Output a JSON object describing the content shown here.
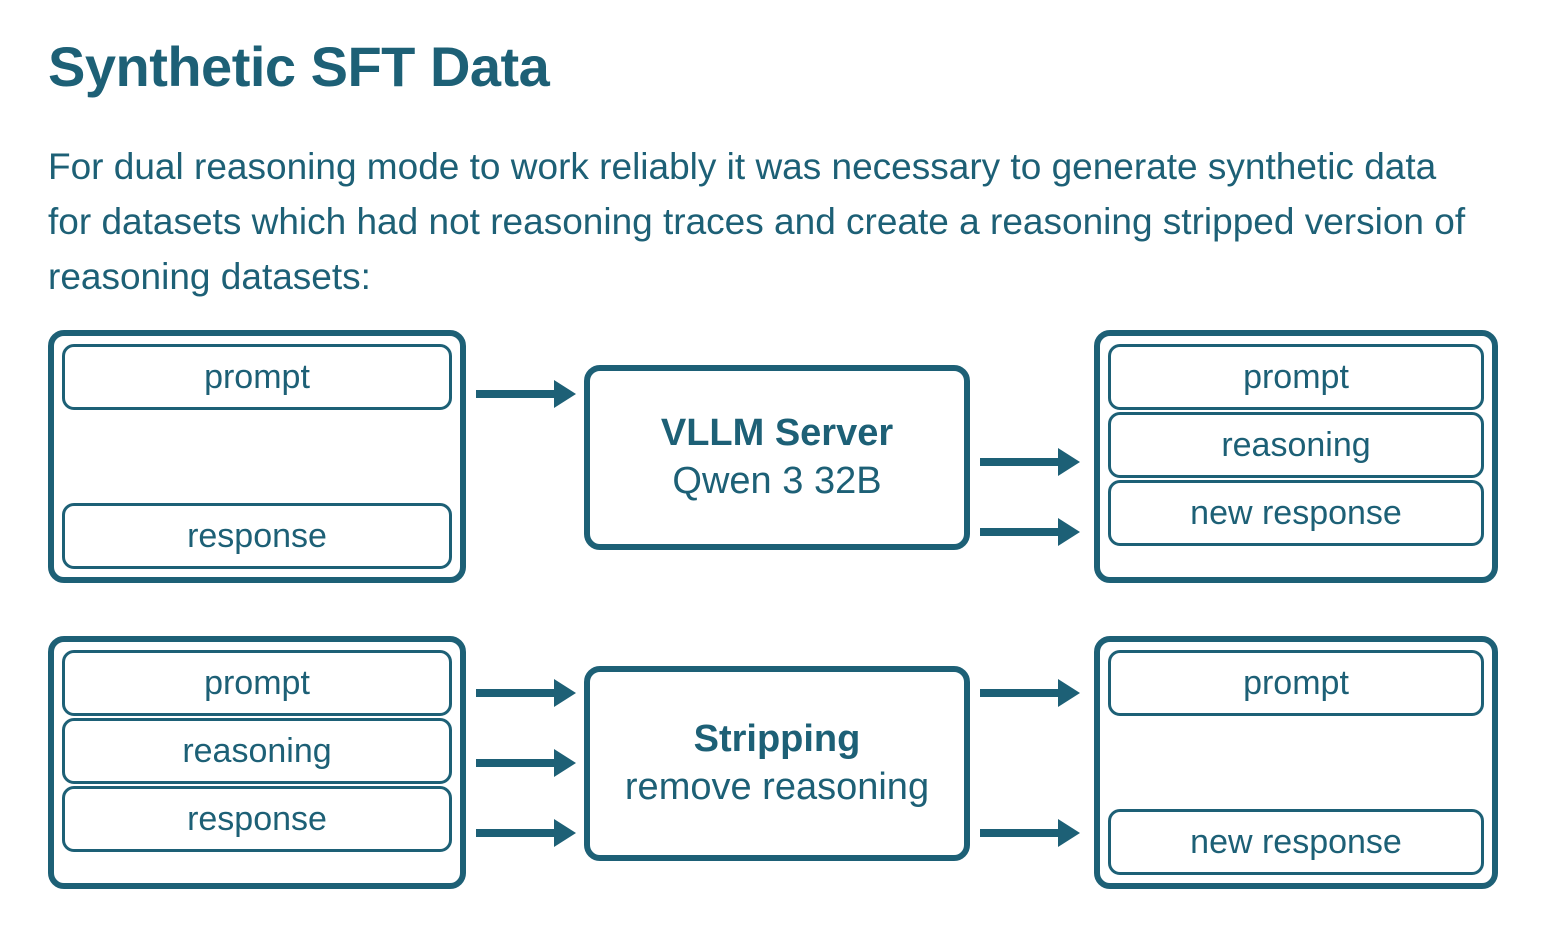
{
  "header": {
    "title": "Synthetic SFT Data",
    "subtitle": "For dual reasoning mode to work reliably it was necessary to generate synthetic data for datasets which had not reasoning traces and create a reasoning stripped version of reasoning datasets:"
  },
  "colors": {
    "accent": "#1d6076",
    "background": "#ffffff"
  },
  "diagram": {
    "rows": [
      {
        "name": "generate-reasoning",
        "input": {
          "fields": [
            "prompt",
            "response"
          ],
          "layout": "spaced"
        },
        "process": {
          "title": "VLLM Server",
          "subtitle": "Qwen 3 32B"
        },
        "output": {
          "fields": [
            "prompt",
            "reasoning",
            "new response"
          ],
          "layout": "tight"
        },
        "arrows_in": 1,
        "arrows_out": 2
      },
      {
        "name": "strip-reasoning",
        "input": {
          "fields": [
            "prompt",
            "reasoning",
            "response"
          ],
          "layout": "tight"
        },
        "process": {
          "title": "Stripping",
          "subtitle": "remove reasoning"
        },
        "output": {
          "fields": [
            "prompt",
            "new response"
          ],
          "layout": "spaced"
        },
        "arrows_in": 3,
        "arrows_out": 2
      }
    ]
  }
}
